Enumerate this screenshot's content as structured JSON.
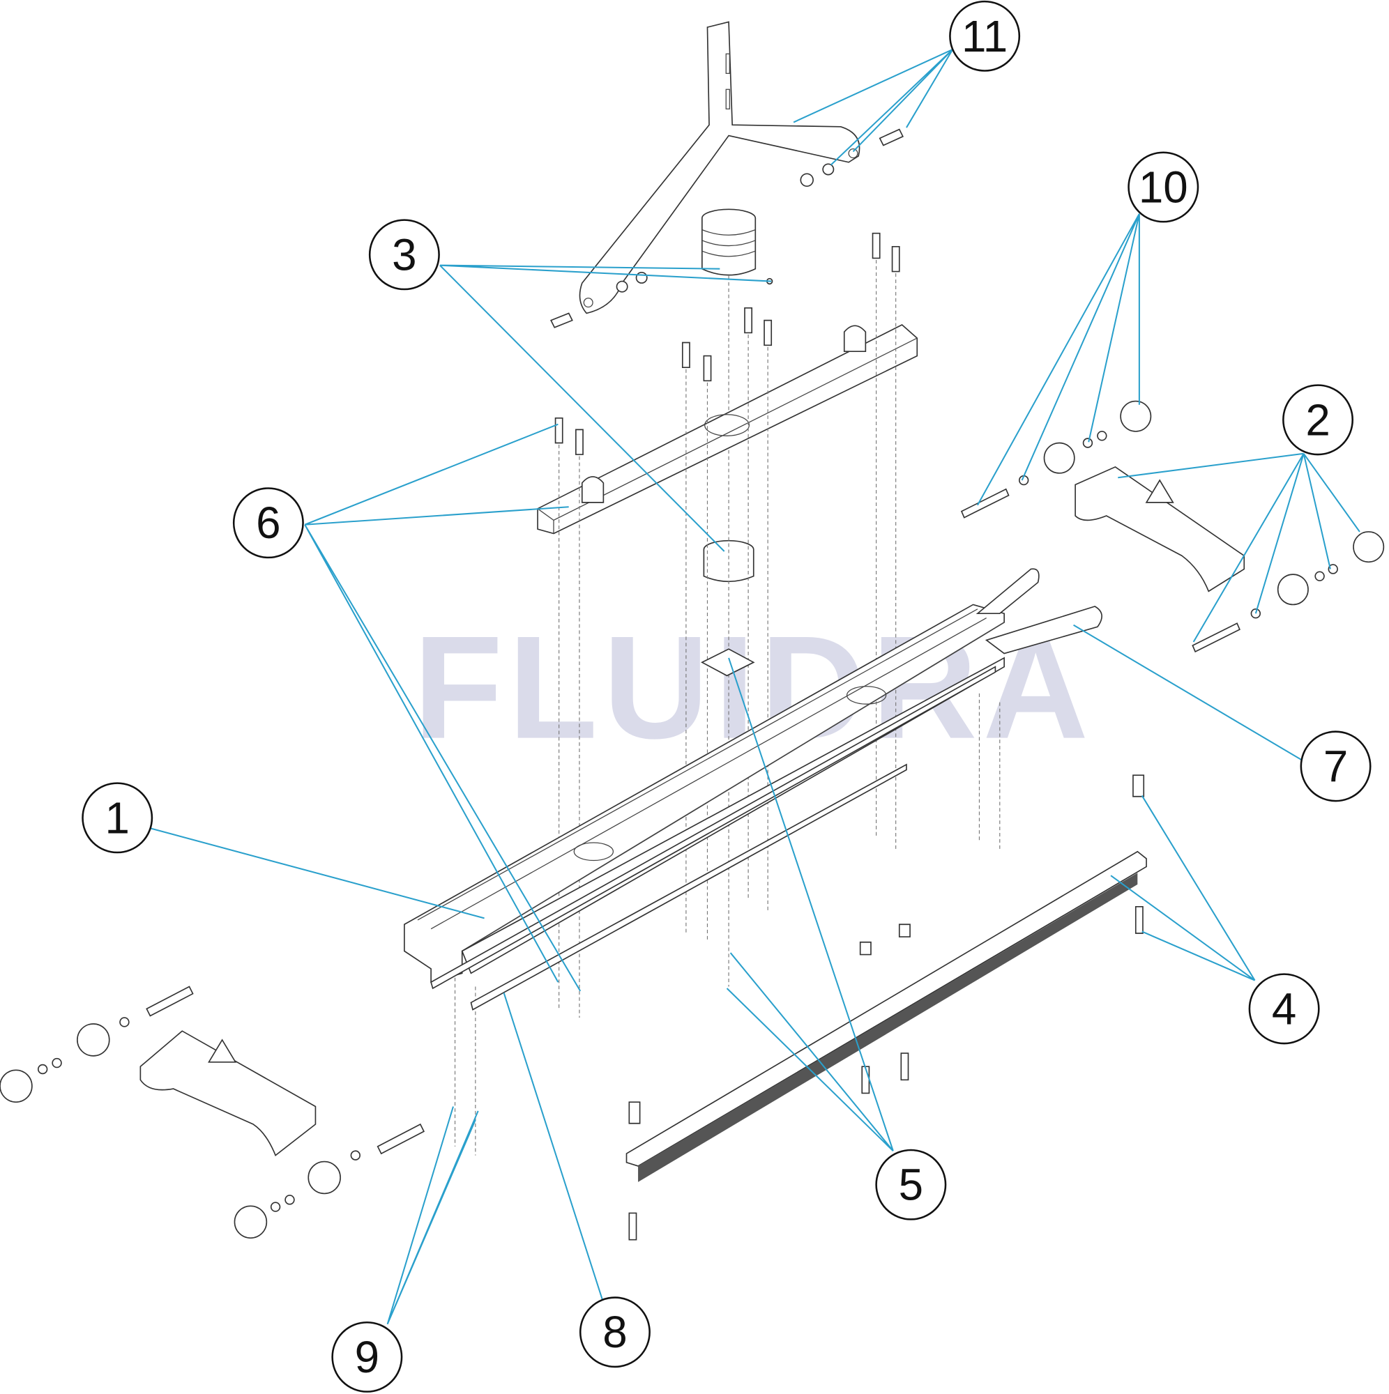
{
  "watermark": "FLUIDRA",
  "callouts": [
    {
      "label": "1"
    },
    {
      "label": "2"
    },
    {
      "label": "3"
    },
    {
      "label": "4"
    },
    {
      "label": "5"
    },
    {
      "label": "6"
    },
    {
      "label": "7"
    },
    {
      "label": "8"
    },
    {
      "label": "9"
    },
    {
      "label": "10"
    },
    {
      "label": "11"
    }
  ],
  "colors": {
    "leader": "#2aa0cc",
    "watermark": "#dadbea",
    "outline": "#333333"
  }
}
